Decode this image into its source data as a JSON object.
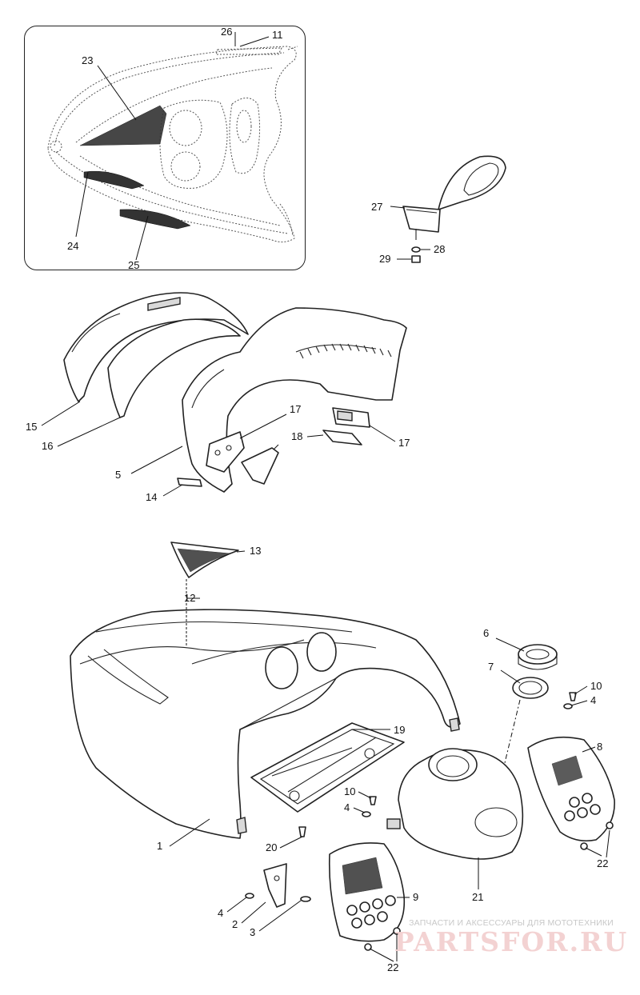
{
  "diagram": {
    "callouts": {
      "c1": "1",
      "c2": "2",
      "c3": "3",
      "c4a": "4",
      "c4b": "4",
      "c4c": "4",
      "c5": "5",
      "c6": "6",
      "c7": "7",
      "c8": "8",
      "c9": "9",
      "c10a": "10",
      "c10b": "10",
      "c11": "11",
      "c12": "12",
      "c13": "13",
      "c14": "14",
      "c15": "15",
      "c16": "16",
      "c17a": "17",
      "c17b": "17",
      "c18": "18",
      "c19": "19",
      "c20": "20",
      "c21": "21",
      "c22a": "22",
      "c22b": "22",
      "c23": "23",
      "c24": "24",
      "c25": "25",
      "c26": "26",
      "c27": "27",
      "c28": "28",
      "c29": "29"
    }
  },
  "watermark": {
    "caption": "ЗАПЧАСТИ И АКСЕССУАРЫ ДЛЯ МОТОТЕХНИКИ",
    "logo": "PARTSFOR.RU",
    "color": "#f3d2d2"
  }
}
